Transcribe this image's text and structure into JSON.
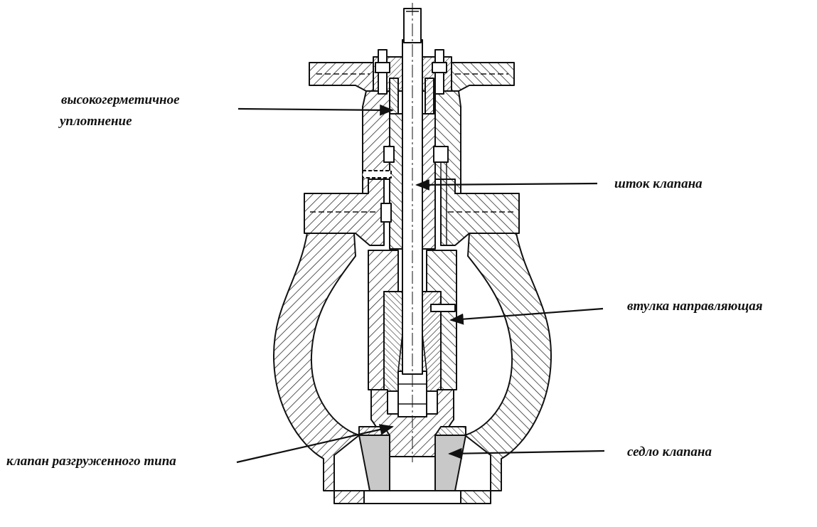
{
  "labels": {
    "seal_line1": "высокогерметичное",
    "seal_line2": "уплотнение",
    "stem": "шток клапана",
    "guide_bush": "втулка направляющая",
    "unloaded_valve": "клапан разгруженного типа",
    "valve_seat": "седло клапана"
  },
  "colors": {
    "ink": "#111111",
    "seat_fill": "#c8c8c8",
    "background": "#ffffff"
  }
}
